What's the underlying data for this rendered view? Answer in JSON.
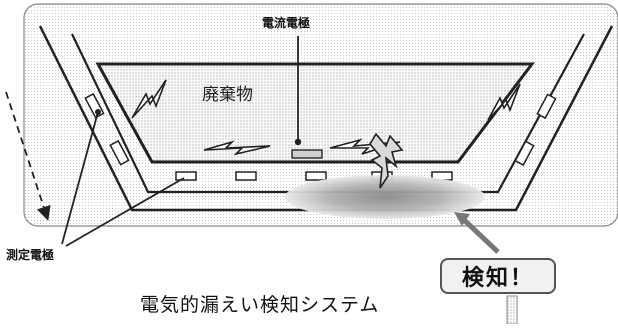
{
  "labels": {
    "current_electrode": "電流電極",
    "waste": "廃棄物",
    "measurement_electrode": "測定電極",
    "detection": "検知！",
    "caption": "電気的漏えい検知システム"
  },
  "colors": {
    "line": "#222222",
    "stipple": "#d6d6d6",
    "leak": "#9a9a9a"
  },
  "icons": [
    "lightning-bolt-icon",
    "leak-spark-icon",
    "dashed-arrow-icon"
  ]
}
